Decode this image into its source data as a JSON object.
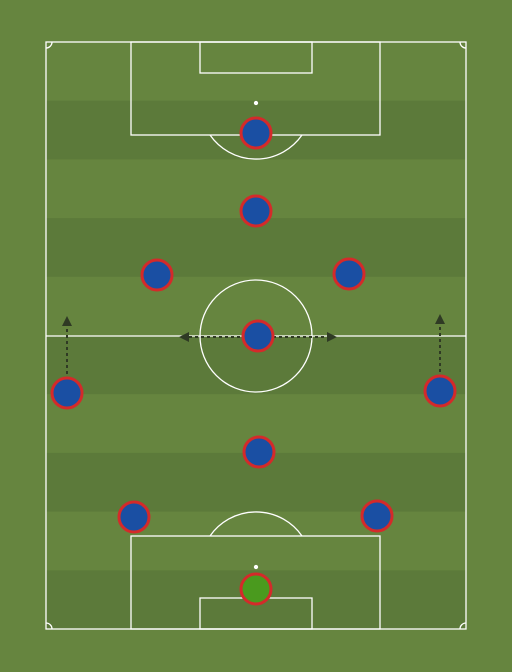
{
  "pitch": {
    "colors": {
      "grass_light": "#66853f",
      "grass_dark": "#5c7a3a",
      "lines": "#ffffff",
      "arrow": "#2f3a24"
    },
    "stripe_count": 10
  },
  "players": [
    {
      "id": "goalkeeper",
      "role": "goalkeeper",
      "fill": "#4a9a1e",
      "ring": "#d42a2a"
    },
    {
      "id": "left-back",
      "role": "outfield",
      "fill": "#1a4fa3",
      "ring": "#d42a2a"
    },
    {
      "id": "right-back",
      "role": "outfield",
      "fill": "#1a4fa3",
      "ring": "#d42a2a"
    },
    {
      "id": "centre-back",
      "role": "outfield",
      "fill": "#1a4fa3",
      "ring": "#d42a2a"
    },
    {
      "id": "left-wing-back",
      "role": "outfield",
      "fill": "#1a4fa3",
      "ring": "#d42a2a"
    },
    {
      "id": "right-wing-back",
      "role": "outfield",
      "fill": "#1a4fa3",
      "ring": "#d42a2a"
    },
    {
      "id": "central-midfielder",
      "role": "outfield",
      "fill": "#1a4fa3",
      "ring": "#d42a2a"
    },
    {
      "id": "left-midfielder",
      "role": "outfield",
      "fill": "#1a4fa3",
      "ring": "#d42a2a"
    },
    {
      "id": "right-midfielder",
      "role": "outfield",
      "fill": "#1a4fa3",
      "ring": "#d42a2a"
    },
    {
      "id": "attacking-midfielder",
      "role": "outfield",
      "fill": "#1a4fa3",
      "ring": "#d42a2a"
    },
    {
      "id": "striker",
      "role": "outfield",
      "fill": "#1a4fa3",
      "ring": "#d42a2a"
    }
  ],
  "movement_arrows": [
    {
      "id": "left-wing-back-run",
      "direction": "up"
    },
    {
      "id": "right-wing-back-run",
      "direction": "up"
    },
    {
      "id": "central-midfielder-lateral",
      "direction": "left-right"
    }
  ]
}
